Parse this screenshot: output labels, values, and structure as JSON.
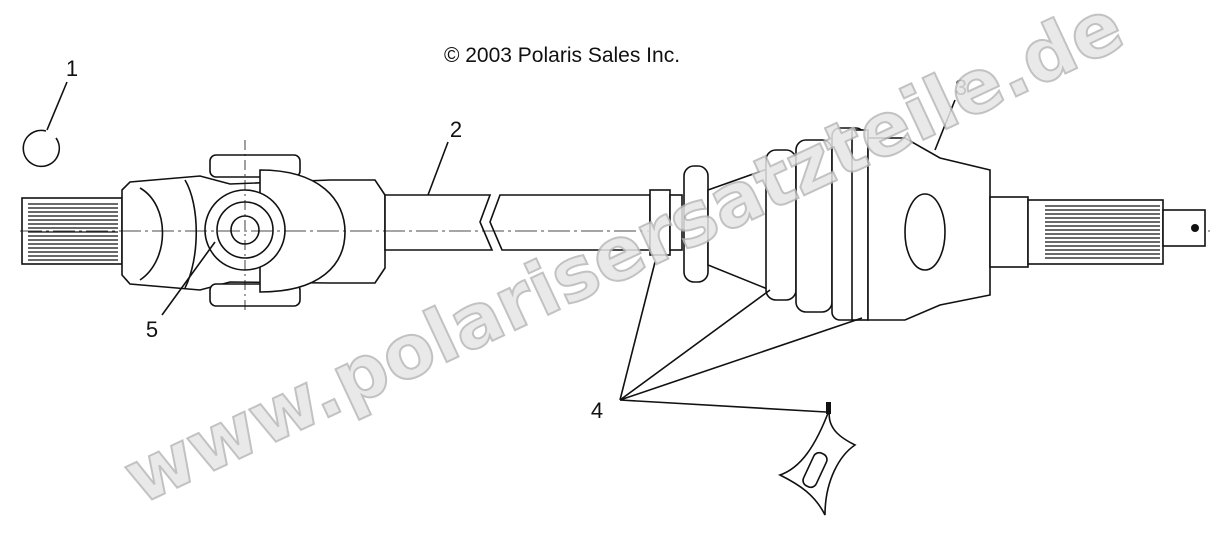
{
  "copyright": "© 2003 Polaris Sales Inc.",
  "watermark": "www.polarisersatzteile.de",
  "callouts": [
    {
      "number": "1",
      "part": "retaining-ring"
    },
    {
      "number": "2",
      "part": "drive-shaft"
    },
    {
      "number": "3",
      "part": "cv-joint-outer"
    },
    {
      "number": "4",
      "part": "boot-clamp"
    },
    {
      "number": "5",
      "part": "u-joint"
    }
  ]
}
